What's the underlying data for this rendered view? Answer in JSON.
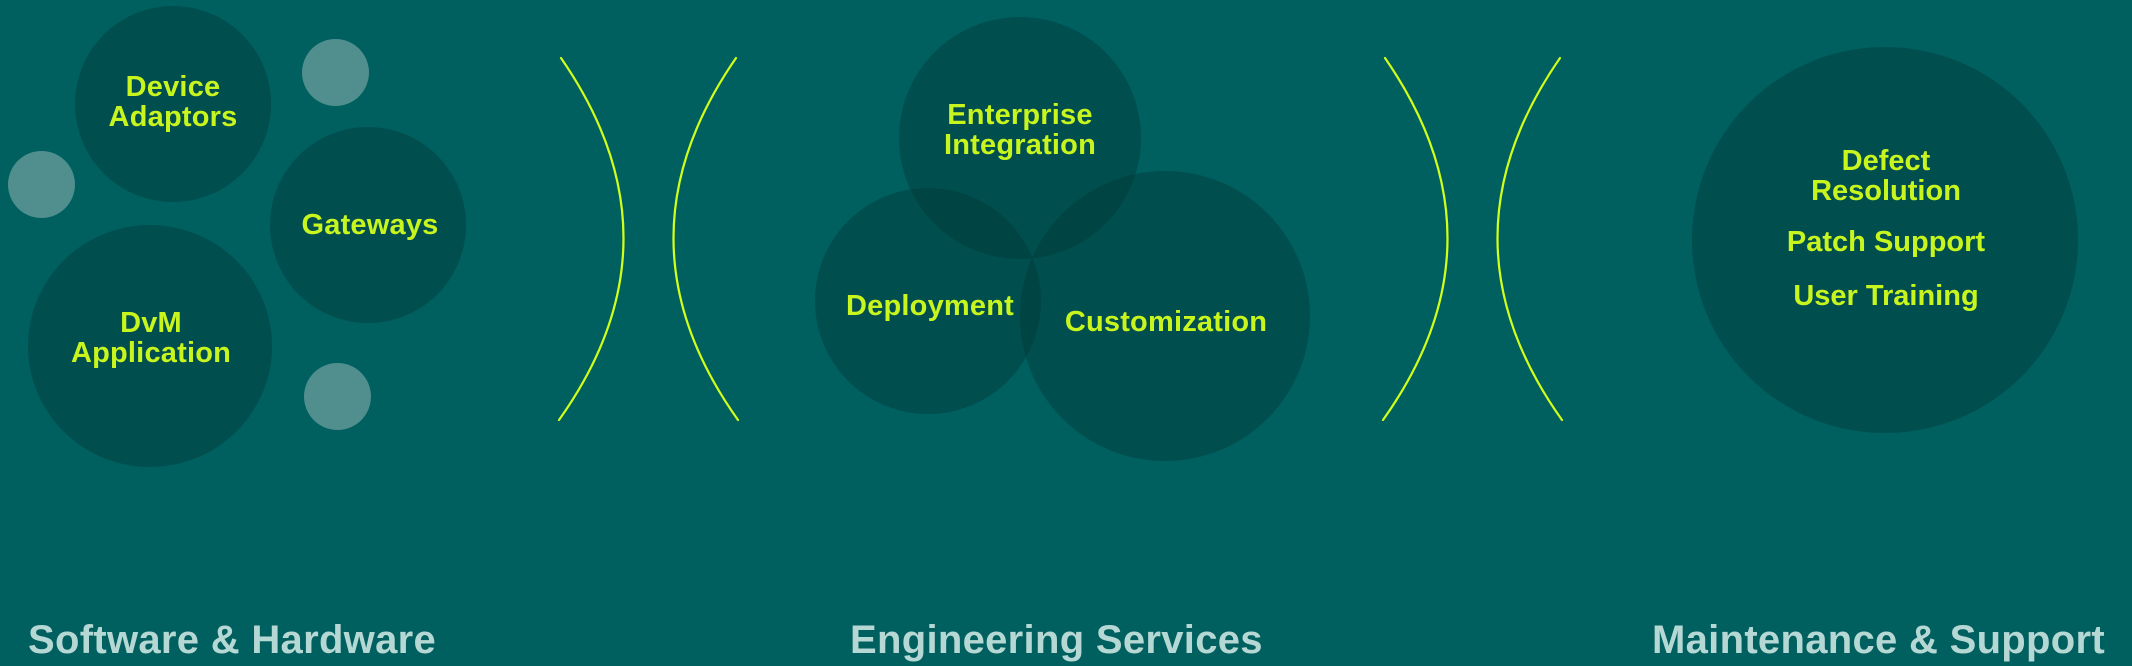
{
  "colors": {
    "background": "#005f5f",
    "bubble": "#014d4f",
    "accent_text": "#c8f51e",
    "bracket": "#d0ff1a",
    "section_title": "#b6d8d4",
    "dot": "#5c9696"
  },
  "sections": {
    "software_hardware": {
      "title": "Software & Hardware",
      "items": {
        "device_adaptors": "Device\nAdaptors",
        "gateways": "Gateways",
        "dvm_application": "DvM\nApplication"
      }
    },
    "engineering_services": {
      "title": "Engineering Services",
      "items": {
        "enterprise_integration": "Enterprise\nIntegration",
        "deployment": "Deployment",
        "customization": "Customization"
      }
    },
    "maintenance_support": {
      "title": "Maintenance & Support",
      "items": [
        "Defect\nResolution",
        "Patch Support",
        "User Training"
      ]
    }
  }
}
